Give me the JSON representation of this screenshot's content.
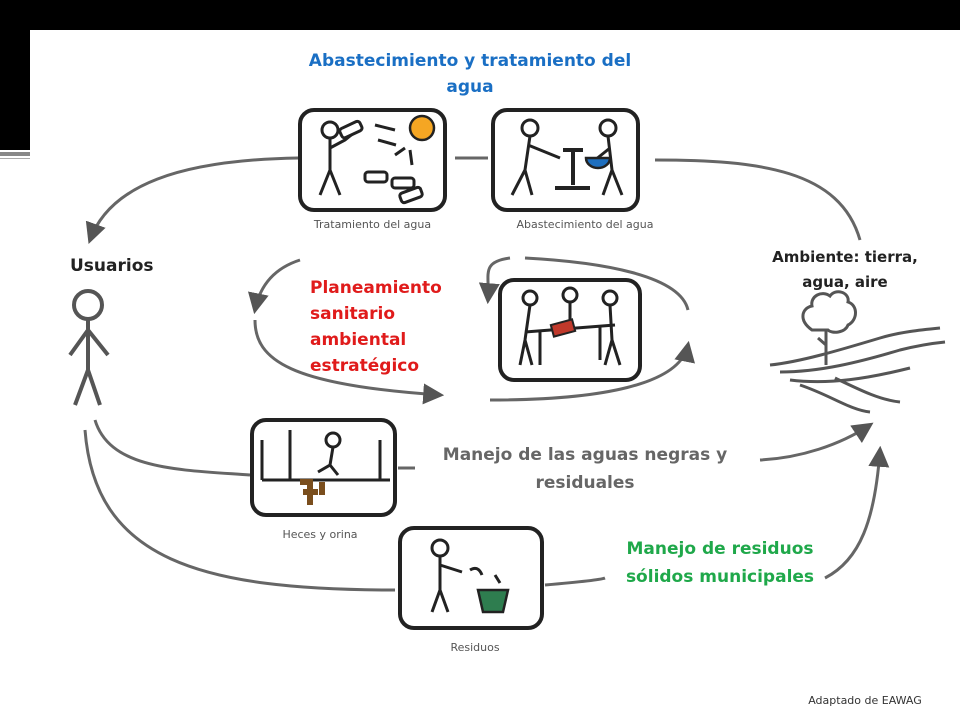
{
  "diagram": {
    "title_supply": "Abastecimiento  y tratamiento del agua",
    "title_planning": "Planeamiento sanitario ambiental estratégico",
    "title_wastewater": "Manejo de las aguas negras y residuales",
    "title_solid_waste": "Manejo de residuos sólidos municipales",
    "label_users": "Usuarios",
    "label_environment": "Ambiente: tierra, agua, aire",
    "caption_treatment": "Tratamiento del agua",
    "caption_supply": "Abastecimiento del agua",
    "caption_excreta": "Heces y orina",
    "caption_waste": "Residuos",
    "credit": "Adaptado de EAWAG"
  },
  "colors": {
    "blue": "#1a6fc4",
    "red": "#e01b1b",
    "green": "#1fa84a",
    "gray": "#666666",
    "sun": "#f5a623",
    "bowl": "#1e6fbf",
    "book": "#c0392b",
    "excreta": "#7a4e1d",
    "bin": "#2e7d4f"
  }
}
